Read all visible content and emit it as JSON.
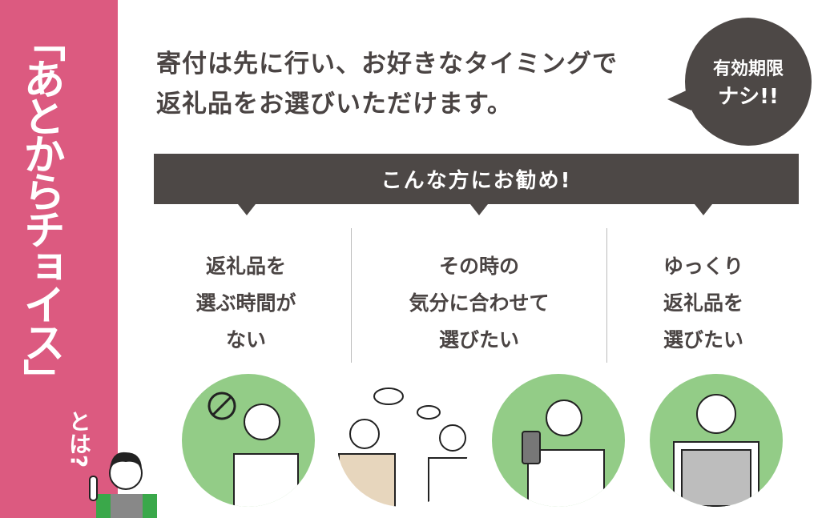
{
  "side_panel": {
    "title": "「あとからチョイス」",
    "subtitle": "とは?",
    "background_color": "#dc5a80"
  },
  "lead_text": "寄付は先に行い、お好きなタイミングで\n返礼品をお選びいただけます。",
  "badge": {
    "line1": "有効期限",
    "line2": "ナシ!!"
  },
  "banner": {
    "label": "こんな方にお勧め!"
  },
  "columns": [
    {
      "text": "返礼品を\n選ぶ時間が\nない"
    },
    {
      "text": "その時の\n気分に合わせて\n選びたい"
    },
    {
      "text": "ゆっくり\n返礼品を\n選びたい"
    }
  ],
  "colors": {
    "dark": "#4d4846",
    "green": "#93cc87",
    "pink": "#dc5a80"
  }
}
